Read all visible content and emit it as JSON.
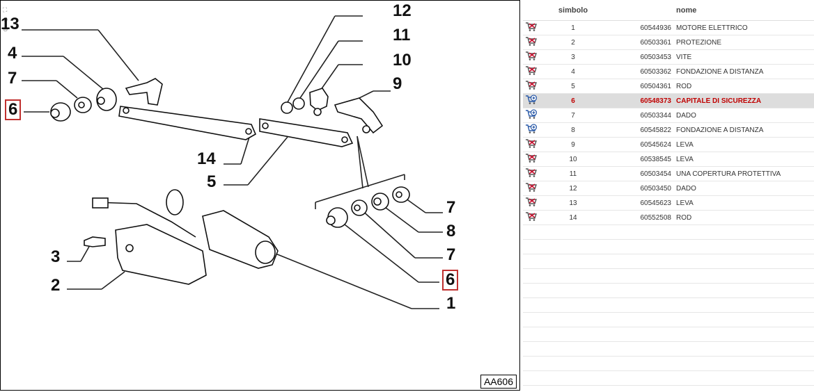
{
  "diagram": {
    "code": "AA606",
    "callouts": [
      {
        "label": "13"
      },
      {
        "label": "4"
      },
      {
        "label": "7"
      },
      {
        "label": "6"
      },
      {
        "label": "12"
      },
      {
        "label": "11"
      },
      {
        "label": "10"
      },
      {
        "label": "9"
      },
      {
        "label": "14"
      },
      {
        "label": "5"
      },
      {
        "label": "3"
      },
      {
        "label": "2"
      },
      {
        "label": "7"
      },
      {
        "label": "8"
      },
      {
        "label": "7"
      },
      {
        "label": "6"
      },
      {
        "label": "1"
      }
    ]
  },
  "table": {
    "headers": {
      "symbol": "simbolo",
      "name": "nome"
    },
    "rows": [
      {
        "num": "1",
        "code": "60544936",
        "name": "MOTORE ELETTRICO",
        "icon": "cart-remove-icon"
      },
      {
        "num": "2",
        "code": "60503361",
        "name": "PROTEZIONE",
        "icon": "cart-remove-icon"
      },
      {
        "num": "3",
        "code": "60503453",
        "name": "VITE",
        "icon": "cart-remove-icon"
      },
      {
        "num": "4",
        "code": "60503362",
        "name": "FONDAZIONE A DISTANZA",
        "icon": "cart-remove-icon"
      },
      {
        "num": "5",
        "code": "60504361",
        "name": "ROD",
        "icon": "cart-remove-icon"
      },
      {
        "num": "6",
        "code": "60548373",
        "name": "CAPITALE DI SICUREZZA",
        "icon": "cart-add-icon"
      },
      {
        "num": "7",
        "code": "60503344",
        "name": "DADO",
        "icon": "cart-add-icon"
      },
      {
        "num": "8",
        "code": "60545822",
        "name": "FONDAZIONE A DISTANZA",
        "icon": "cart-add-icon"
      },
      {
        "num": "9",
        "code": "60545624",
        "name": "LEVA",
        "icon": "cart-remove-icon"
      },
      {
        "num": "10",
        "code": "60538545",
        "name": "LEVA",
        "icon": "cart-remove-icon"
      },
      {
        "num": "11",
        "code": "60503454",
        "name": "UNA COPERTURA PROTETTIVA",
        "icon": "cart-remove-icon"
      },
      {
        "num": "12",
        "code": "60503450",
        "name": "DADO",
        "icon": "cart-remove-icon"
      },
      {
        "num": "13",
        "code": "60545623",
        "name": "LEVA",
        "icon": "cart-remove-icon"
      },
      {
        "num": "14",
        "code": "60552508",
        "name": "ROD",
        "icon": "cart-remove-icon"
      }
    ],
    "selected_num": "6"
  },
  "colors": {
    "highlight": "#c00000",
    "box": "#c0302f",
    "row_selected_bg": "#dddddd"
  }
}
